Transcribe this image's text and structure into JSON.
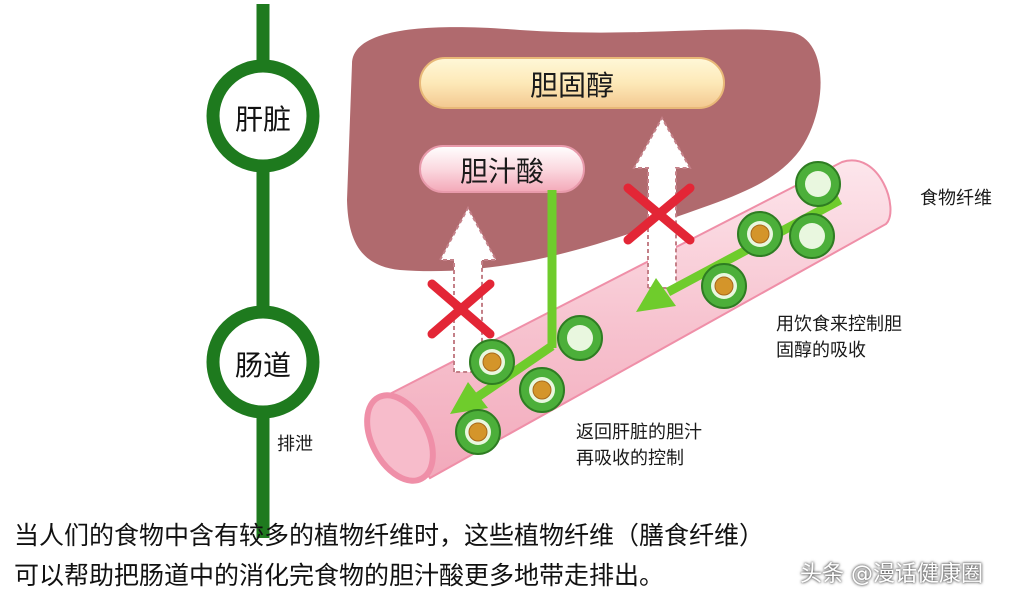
{
  "flow": {
    "liver": "肝脏",
    "intestine": "肠道",
    "excretion": "排泄"
  },
  "labels": {
    "cholesterol": "胆固醇",
    "bile_acid": "胆汁酸",
    "dietary_fiber": "食物纤维",
    "diet_control_line1": "用饮食来控制胆",
    "diet_control_line2": "固醇的吸收",
    "bile_return_line1": "返回肝脏的胆汁",
    "bile_return_line2": "再吸收的控制"
  },
  "caption": {
    "line1": "当人们的食物中含有较多的植物纤维时，这些植物纤维（膳食纤维）",
    "line2": "可以帮助把肠道中的消化完食物的胆汁酸更多地带走排出。"
  },
  "watermark": "头条 @漫话健康圈",
  "colors": {
    "liver": "#b06a6e",
    "flow_line": "#1e7a1e",
    "intestine": "#f6c3cf",
    "intestine_edge": "#ef8fa8",
    "green_arrow": "#6fcc2c",
    "cross": "#e32636",
    "fiber": "#4caf3a",
    "particle": "#d4952a"
  }
}
